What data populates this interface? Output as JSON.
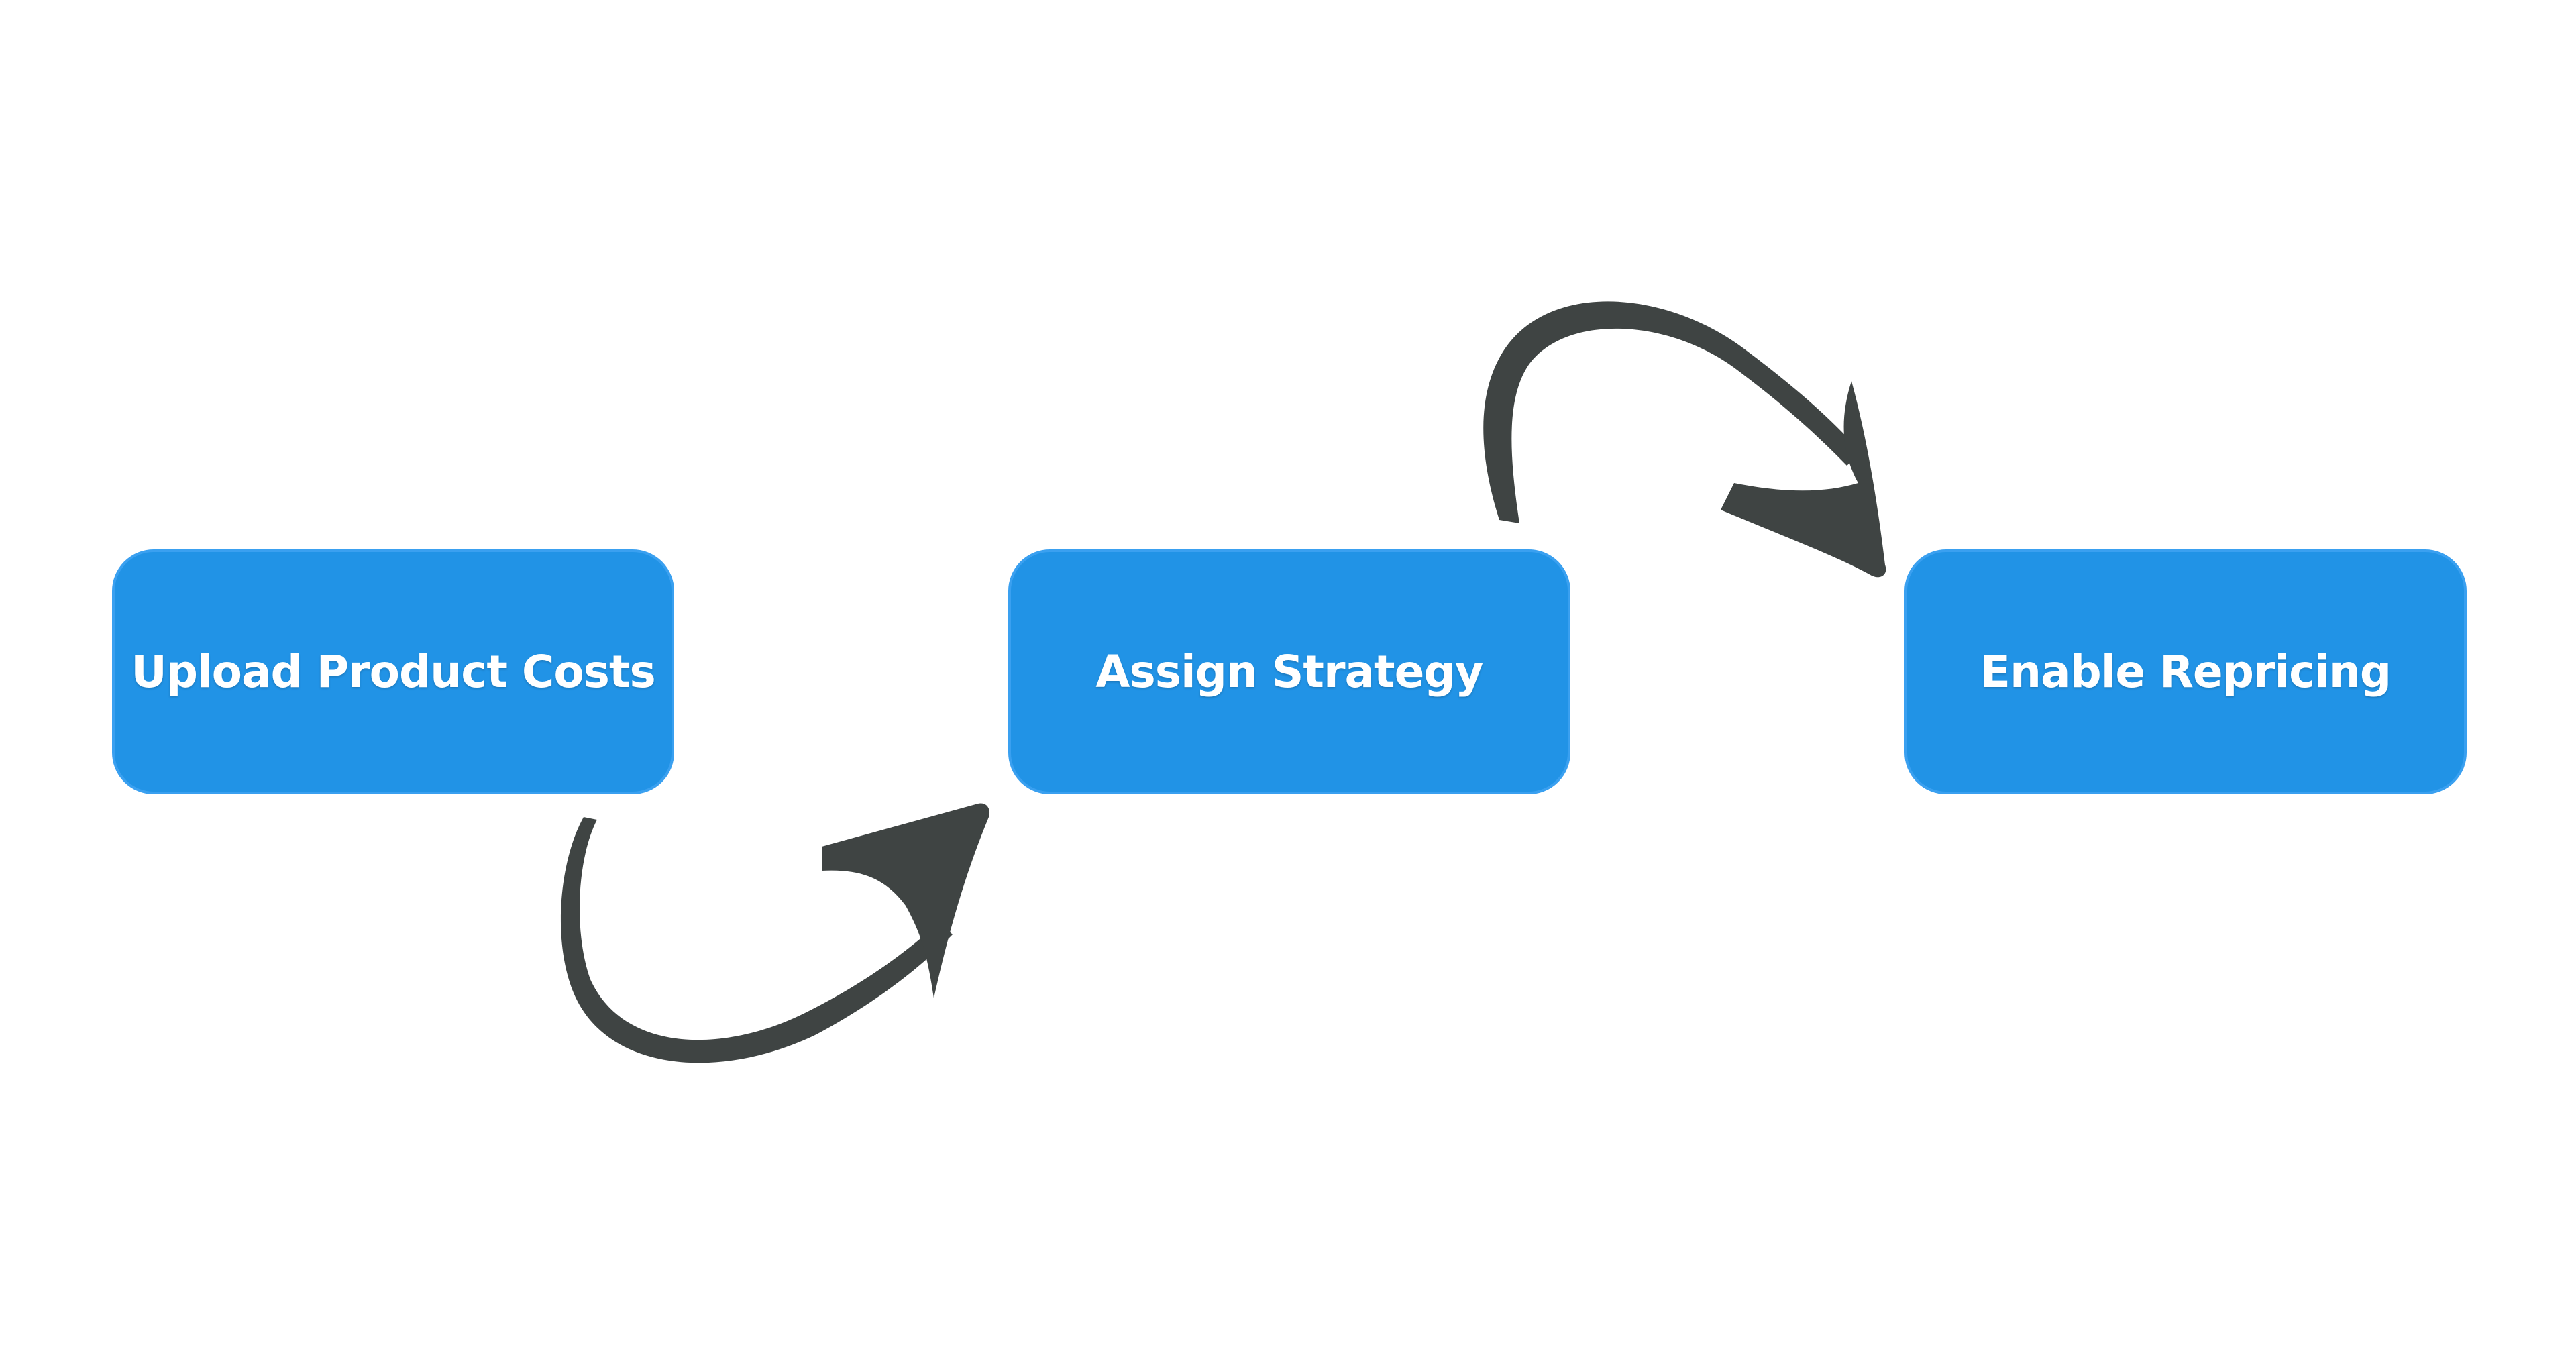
{
  "diagram": {
    "colors": {
      "box_fill": "#2193e6",
      "box_border": "#3aa0f0",
      "label_text": "#ffffff",
      "arrow": "#3f4443",
      "background": "#ffffff"
    },
    "steps": [
      {
        "label": "Upload Product Costs"
      },
      {
        "label": "Assign Strategy"
      },
      {
        "label": "Enable Repricing"
      }
    ],
    "connectors": [
      {
        "from": "Upload Product Costs",
        "to": "Assign Strategy",
        "icon": "curved-arrow-up-right"
      },
      {
        "from": "Assign Strategy",
        "to": "Enable Repricing",
        "icon": "curved-arrow-down-right"
      }
    ]
  }
}
